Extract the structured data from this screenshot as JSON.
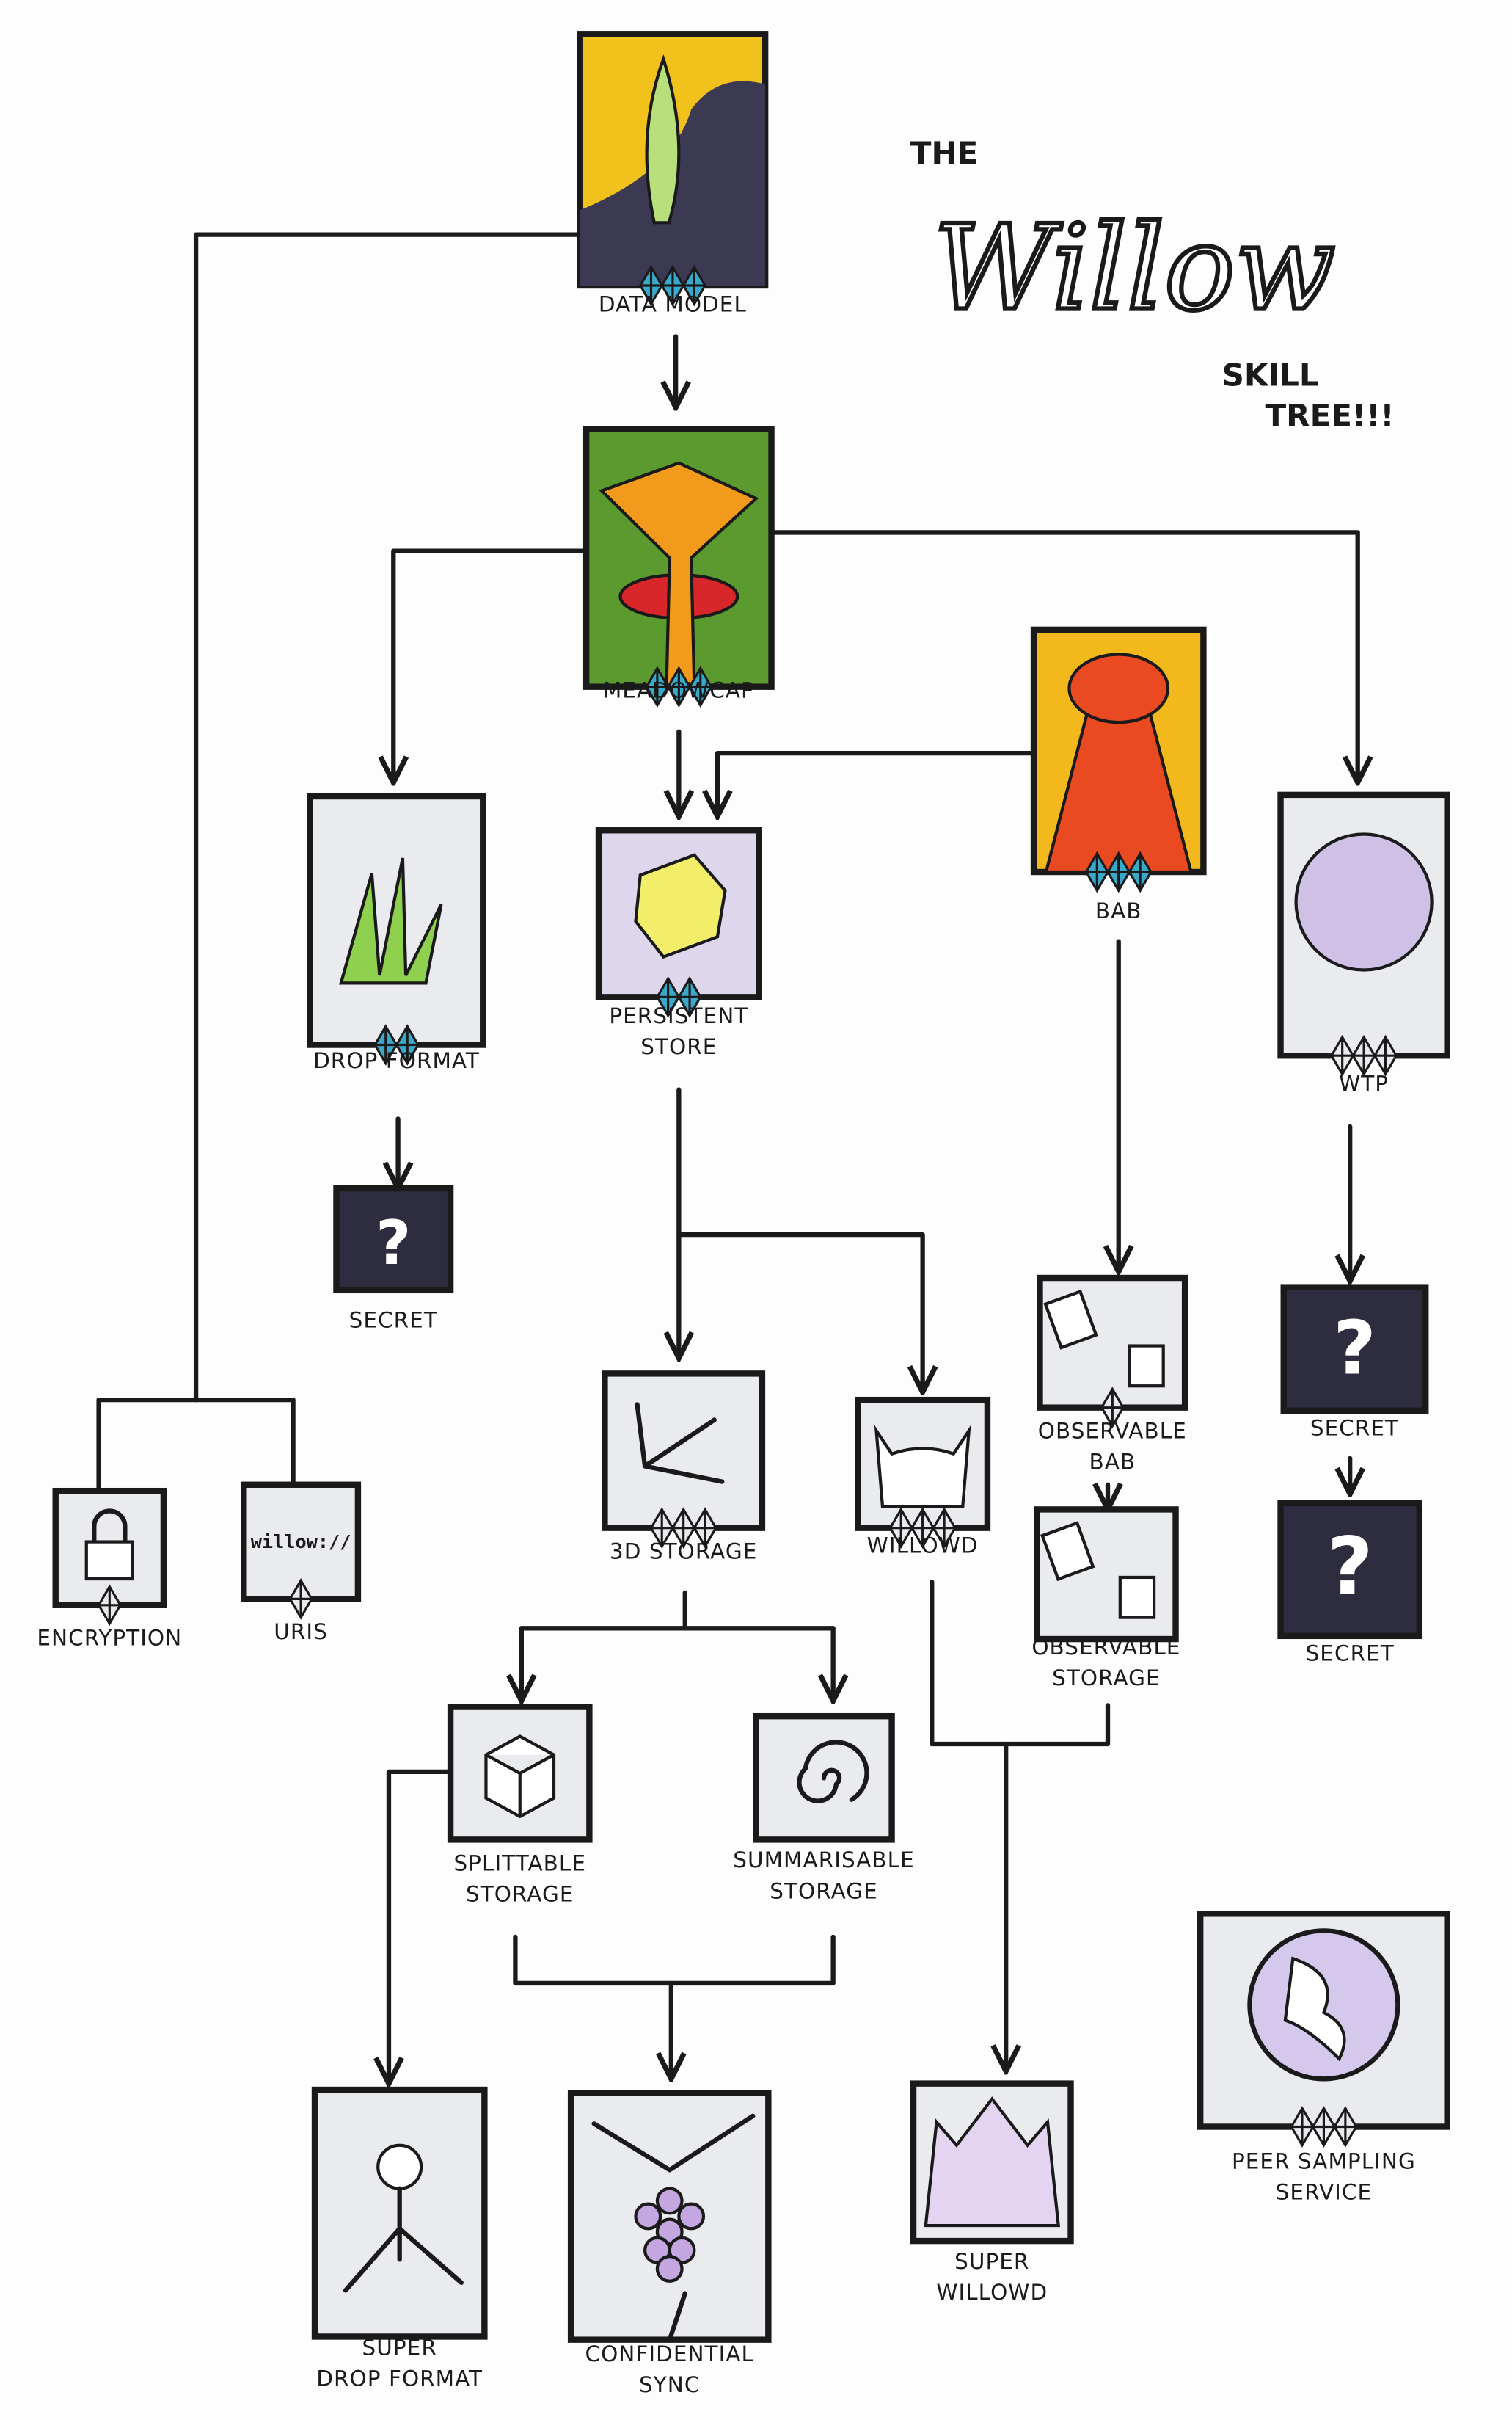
{
  "title": {
    "the": "THE",
    "willow": "Willow",
    "skill": "SKILL",
    "tree": "TREE!!!"
  },
  "colors": {
    "ink": "#1a1a1a",
    "gem": "#3aa8c8",
    "gem_empty": "#e8eaee",
    "box_light": "#e9ebef",
    "secret_bg": "#2e2d40"
  },
  "secret_glyph": "?",
  "uri_glyph": "willow://",
  "nodes": [
    {
      "id": "data-model",
      "label": [
        "DATA MODEL"
      ],
      "gems": 3,
      "gem_filled": true
    },
    {
      "id": "meadowcap",
      "label": [
        "MEADOWCAP"
      ],
      "gems": 3,
      "gem_filled": true
    },
    {
      "id": "bab",
      "label": [
        "BAB"
      ],
      "gems": 3,
      "gem_filled": true
    },
    {
      "id": "drop-format",
      "label": [
        "DROP FORMAT"
      ],
      "gems": 2,
      "gem_filled": true
    },
    {
      "id": "persistent-store",
      "label": [
        "PERSISTENT",
        "STORE"
      ],
      "gems": 2,
      "gem_filled": true
    },
    {
      "id": "wtp",
      "label": [
        "WTP"
      ],
      "gems": 3,
      "gem_filled": false
    },
    {
      "id": "secret-1",
      "label": [
        "SECRET"
      ],
      "gems": 0,
      "gem_filled": false
    },
    {
      "id": "3d-storage",
      "label": [
        "3D STORAGE"
      ],
      "gems": 3,
      "gem_filled": false
    },
    {
      "id": "willowd",
      "label": [
        "WILLOWD"
      ],
      "gems": 3,
      "gem_filled": false
    },
    {
      "id": "observable-bab",
      "label": [
        "OBSERVABLE",
        "BAB"
      ],
      "gems": 1,
      "gem_filled": false
    },
    {
      "id": "secret-2",
      "label": [
        "SECRET"
      ],
      "gems": 0,
      "gem_filled": false
    },
    {
      "id": "observable-storage",
      "label": [
        "OBSERVABLE",
        "STORAGE"
      ],
      "gems": 0,
      "gem_filled": false
    },
    {
      "id": "secret-3",
      "label": [
        "SECRET"
      ],
      "gems": 0,
      "gem_filled": false
    },
    {
      "id": "encryption",
      "label": [
        "ENCRYPTION"
      ],
      "gems": 1,
      "gem_filled": false
    },
    {
      "id": "uris",
      "label": [
        "URIS"
      ],
      "gems": 1,
      "gem_filled": false
    },
    {
      "id": "splittable-storage",
      "label": [
        "SPLITTABLE",
        "STORAGE"
      ],
      "gems": 0,
      "gem_filled": false
    },
    {
      "id": "summarisable-storage",
      "label": [
        "SUMMARISABLE",
        "STORAGE"
      ],
      "gems": 0,
      "gem_filled": false
    },
    {
      "id": "peer-sampling-service",
      "label": [
        "PEER SAMPLING",
        "SERVICE"
      ],
      "gems": 3,
      "gem_filled": false
    },
    {
      "id": "super-drop-format",
      "label": [
        "SUPER",
        "DROP FORMAT"
      ],
      "gems": 0,
      "gem_filled": false
    },
    {
      "id": "confidential-sync",
      "label": [
        "CONFIDENTIAL",
        "SYNC"
      ],
      "gems": 0,
      "gem_filled": false
    },
    {
      "id": "super-willowd",
      "label": [
        "SUPER",
        "WILLOWD"
      ],
      "gems": 0,
      "gem_filled": false
    }
  ]
}
